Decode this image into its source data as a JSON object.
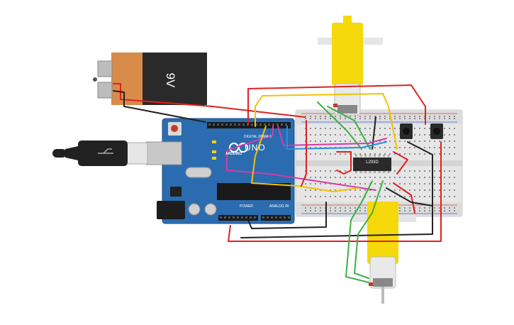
{
  "battery": {
    "label": "9V"
  },
  "arduino": {
    "model_label": "UNO",
    "brand_label": "ARDUINO",
    "digital_label": "DIGITAL (PWM~)",
    "power_label": "POWER",
    "analog_label": "ANALOG IN"
  },
  "driver_ic": {
    "label": "L293D"
  },
  "colors": {
    "board_blue": "#2b6cb0",
    "breadboard": "#e8e8e8",
    "motor_yellow": "#f5d90a",
    "battery_orange": "#d98b4a",
    "battery_black": "#2a2a2a",
    "wire_red": "#e02020",
    "wire_black": "#222222",
    "wire_yellow": "#f2c200",
    "wire_green": "#3cb043",
    "wire_magenta": "#d63aa8",
    "wire_blue": "#2a8fe0"
  }
}
